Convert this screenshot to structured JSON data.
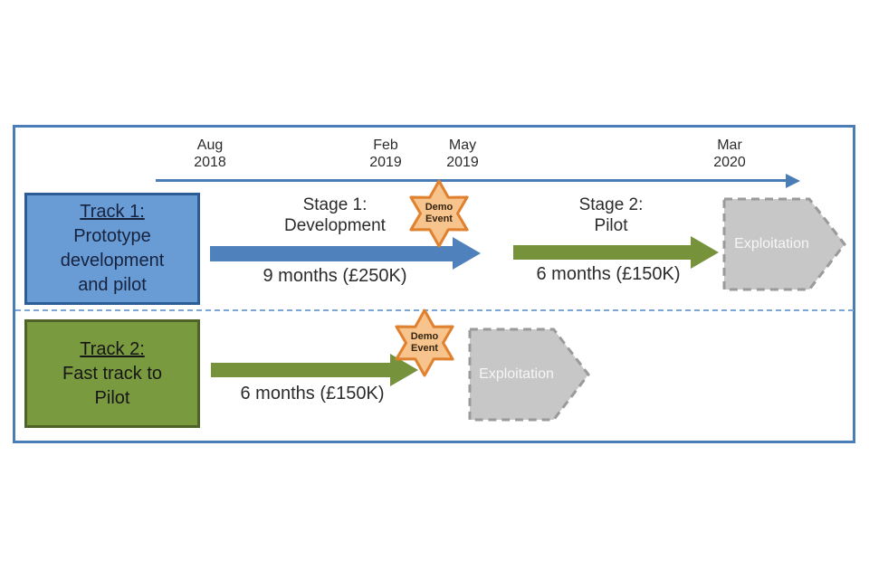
{
  "colors": {
    "frame_border": "#4a7cb5",
    "timeline_arrow": "#4a7cb5",
    "track1_fill": "#699bd5",
    "track1_border": "#2c5c96",
    "track2_fill": "#7a9a40",
    "track2_border": "#4f6228",
    "blue_arrow": "#4f81bd",
    "green_arrow": "#76933c",
    "star_fill": "#f8c48e",
    "star_border": "#e0812f",
    "exploitation_fill": "#c7c7c7",
    "exploitation_border": "#9a9a9a"
  },
  "timeline": {
    "ticks": [
      {
        "month": "Aug",
        "year": "2018"
      },
      {
        "month": "Feb",
        "year": "2019"
      },
      {
        "month": "May",
        "year": "2019"
      },
      {
        "month": "Mar",
        "year": "2020"
      }
    ]
  },
  "track1": {
    "title": "Track 1:",
    "subtitle_lines": [
      "Prototype",
      "development",
      "and pilot"
    ],
    "stage1_label_line1": "Stage 1:",
    "stage1_label_line2": "Development",
    "stage1_duration": "9 months (£250K)",
    "stage2_label_line1": "Stage 2:",
    "stage2_label_line2": "Pilot",
    "stage2_duration": "6 months (£150K)",
    "demo_line1": "Demo",
    "demo_line2": "Event",
    "exploitation_label": "Exploitation"
  },
  "track2": {
    "title": "Track 2:",
    "subtitle_lines": [
      "Fast track to",
      "Pilot"
    ],
    "duration": "6 months (£150K)",
    "demo_line1": "Demo",
    "demo_line2": "Event",
    "exploitation_label": "Exploitation"
  }
}
